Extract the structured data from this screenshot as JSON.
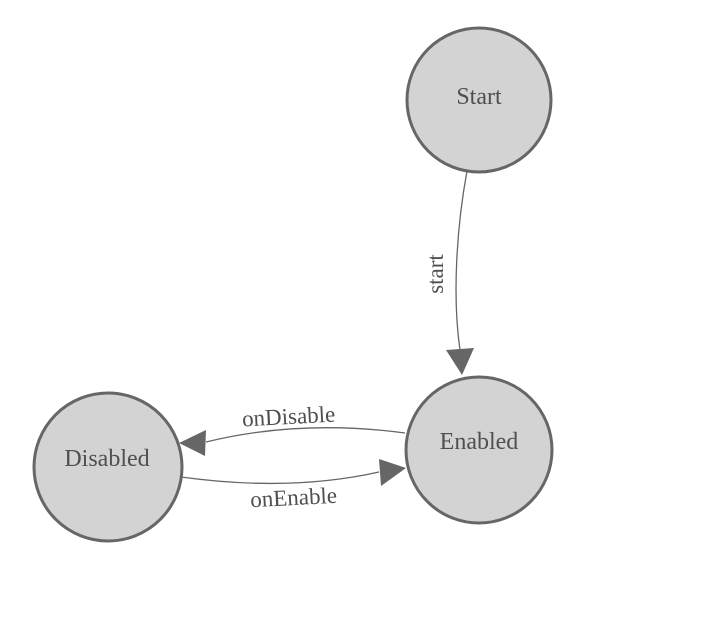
{
  "diagram": {
    "type": "state-machine-graph",
    "nodes": [
      {
        "id": "start",
        "label": "Start"
      },
      {
        "id": "enabled",
        "label": "Enabled"
      },
      {
        "id": "disabled",
        "label": "Disabled"
      }
    ],
    "edges": [
      {
        "from": "start",
        "to": "enabled",
        "label": "start"
      },
      {
        "from": "enabled",
        "to": "disabled",
        "label": "onDisable"
      },
      {
        "from": "disabled",
        "to": "enabled",
        "label": "onEnable"
      }
    ],
    "colors": {
      "background": "#ffffff",
      "node-fill": "#d3d3d3",
      "node-stroke": "#666666",
      "edge-stroke": "#666666",
      "arrow-fill": "#666666",
      "label-color": "#4f4f4f"
    }
  }
}
